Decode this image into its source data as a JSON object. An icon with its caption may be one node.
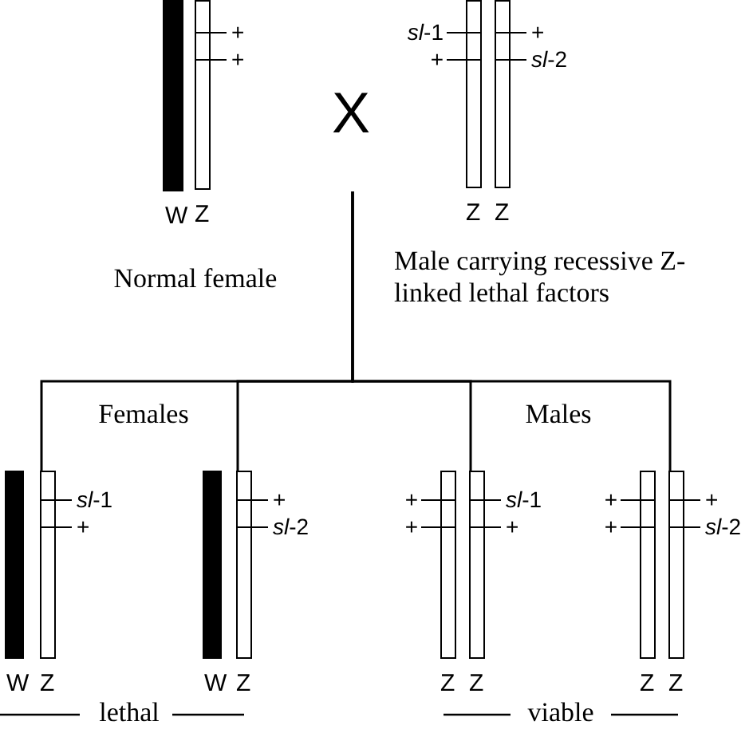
{
  "diagram": {
    "nodes": [
      {
        "text": [
          "W"
        ]
      },
      {
        "text": [
          "Z"
        ],
        "beside": [
          "+",
          "+"
        ]
      },
      {
        "text": [
          "X"
        ]
      },
      {
        "text": [
          "Z"
        ],
        "beside": [
          "*sl*-1",
          "+"
        ]
      },
      {
        "text": [
          "Z"
        ],
        "beside": [
          "+",
          "*sl*-2"
        ]
      },
      {
        "text": [
          "W"
        ]
      },
      {
        "text": [
          "Z"
        ],
        "beside": [
          "*sl*-1",
          "+"
        ]
      },
      {
        "text": [
          "W"
        ]
      },
      {
        "text": [
          "Z"
        ],
        "beside": [
          "+",
          "*sl*-2"
        ]
      },
      {
        "text": [
          "Z"
        ],
        "beside": [
          "+",
          "+"
        ]
      },
      {
        "text": [
          "Z"
        ],
        "beside": [
          "*sl*-1",
          "+"
        ]
      },
      {
        "text": [
          "Z"
        ],
        "beside": [
          "+",
          "+"
        ]
      },
      {
        "text": [
          "Z"
        ],
        "beside": [
          "+",
          "*sl*-2"
        ]
      }
    ],
    "edges": [
      {
        "from": null,
        "to": 6,
        "arrow": "none"
      },
      {
        "from": null,
        "to": 8,
        "arrow": "none"
      },
      {
        "from": null,
        "to": 10,
        "arrow": "none"
      },
      {
        "from": null,
        "to": 12,
        "arrow": "none"
      }
    ],
    "labels": [
      "Normal female",
      "Male carrying recessive Z-linked lethal factors",
      "Females",
      "Males",
      "lethal",
      "viable"
    ]
  }
}
